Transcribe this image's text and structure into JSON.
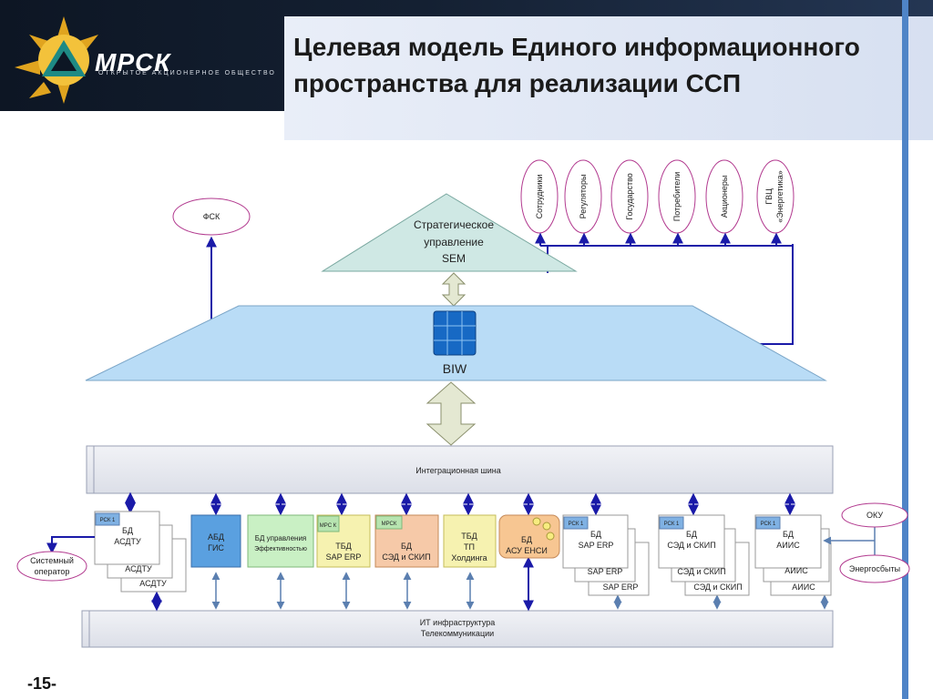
{
  "slide": {
    "title_line1": "Целевая модель Единого информационного",
    "title_line2": "пространства для реализации ССП",
    "page_number": "-15-"
  },
  "logo": {
    "name": "МРСК",
    "tagline": "ОТКРЫТОЕ АКЦИОНЕРНОЕ ОБЩЕСТВО"
  },
  "diagram": {
    "fsk": "ФСК",
    "stakeholders": [
      "Сотрудники",
      "Регуляторы",
      "Государство",
      "Потребители",
      "Акционеры",
      "ГВЦ",
      "«Энергетика»"
    ],
    "sem": [
      "Стратегическое",
      "управление",
      "SEM"
    ],
    "biw": "BIW",
    "integration_bus": "Интеграционная шина",
    "asdtu": {
      "tag": "РСК 1",
      "line1": "БД",
      "line2": "АСДТУ",
      "back": "АСДТУ"
    },
    "abd_gis": [
      "АБД",
      "ГИС"
    ],
    "bd_eff": [
      "БД управления",
      "Эффективностью"
    ],
    "tbd_sap": {
      "tag": "МРС К",
      "line1": "ТБД",
      "line2": "SAP ERP"
    },
    "bd_sed": {
      "tag": "МРСК",
      "line1": "БД",
      "line2": "СЭД и СКИП"
    },
    "tbd_tp": [
      "ТБД",
      "ТП",
      "Холдинга"
    ],
    "bd_ensi": [
      "БД",
      "АСУ ЕНСИ"
    ],
    "rsk_sap": {
      "tag": "РСК 1",
      "line1": "БД",
      "line2": "SAP ERP",
      "back": "SAP ERP"
    },
    "rsk_sed": {
      "tag": "РСК 1",
      "line1": "БД",
      "line2": "СЭД и СКИП",
      "back": "СЭД и СКИП"
    },
    "rsk_aiis": {
      "tag": "РСК 1",
      "line1": "БД",
      "line2": "АИИС",
      "back": "АИИС"
    },
    "system_operator": [
      "Системный",
      "оператор"
    ],
    "oku": "ОКУ",
    "energosbyt": "Энергосбыты",
    "it_infra": [
      "ИТ инфраструктура",
      "Телекоммуникации"
    ]
  }
}
